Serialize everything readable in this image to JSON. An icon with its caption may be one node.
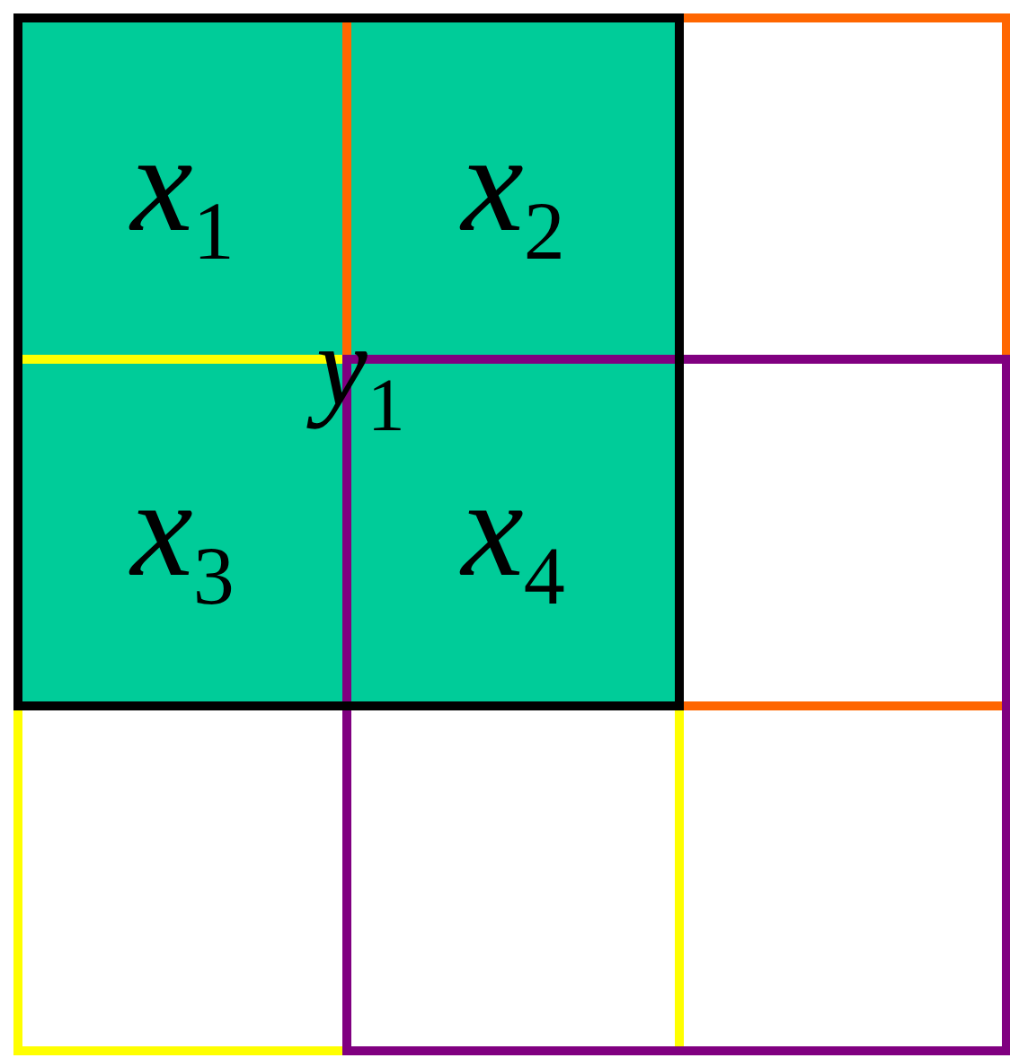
{
  "diagram": {
    "nodes": [
      {
        "text": [
          "*x*$_{1}$"
        ]
      },
      {
        "text": [
          "*x*$_{2}$"
        ]
      },
      {
        "text": [
          "*x*$_{3}$"
        ]
      },
      {
        "text": [
          "*x*$_{4}$"
        ]
      }
    ],
    "labels": [
      "*y*$_{1}$"
    ]
  }
}
